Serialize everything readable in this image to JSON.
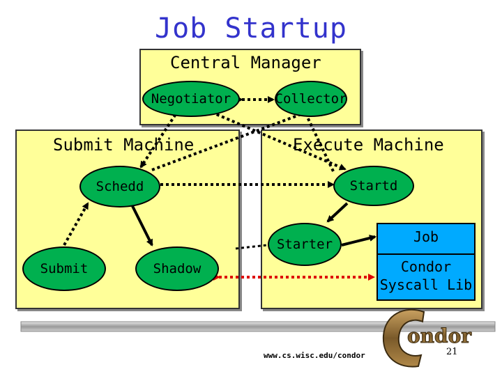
{
  "title": "Job Startup",
  "central_manager": {
    "label": "Central Manager",
    "negotiator": "Negotiator",
    "collector": "Collector"
  },
  "submit_machine": {
    "label": "Submit Machine",
    "schedd": "Schedd",
    "submit": "Submit",
    "shadow": "Shadow"
  },
  "execute_machine": {
    "label": "Execute Machine",
    "startd": "Startd",
    "starter": "Starter"
  },
  "job": {
    "title": "Job",
    "lib_line1": "Condor",
    "lib_line2": "Syscall Lib"
  },
  "footer": {
    "logo_text": "Condor",
    "url": "www.cs.wisc.edu/condor",
    "page_number": "21"
  },
  "colors": {
    "title": "#3333cc",
    "box": "#ffff99",
    "node": "#00b04f",
    "job": "#00aaff",
    "remote_link": "#dd0000"
  }
}
